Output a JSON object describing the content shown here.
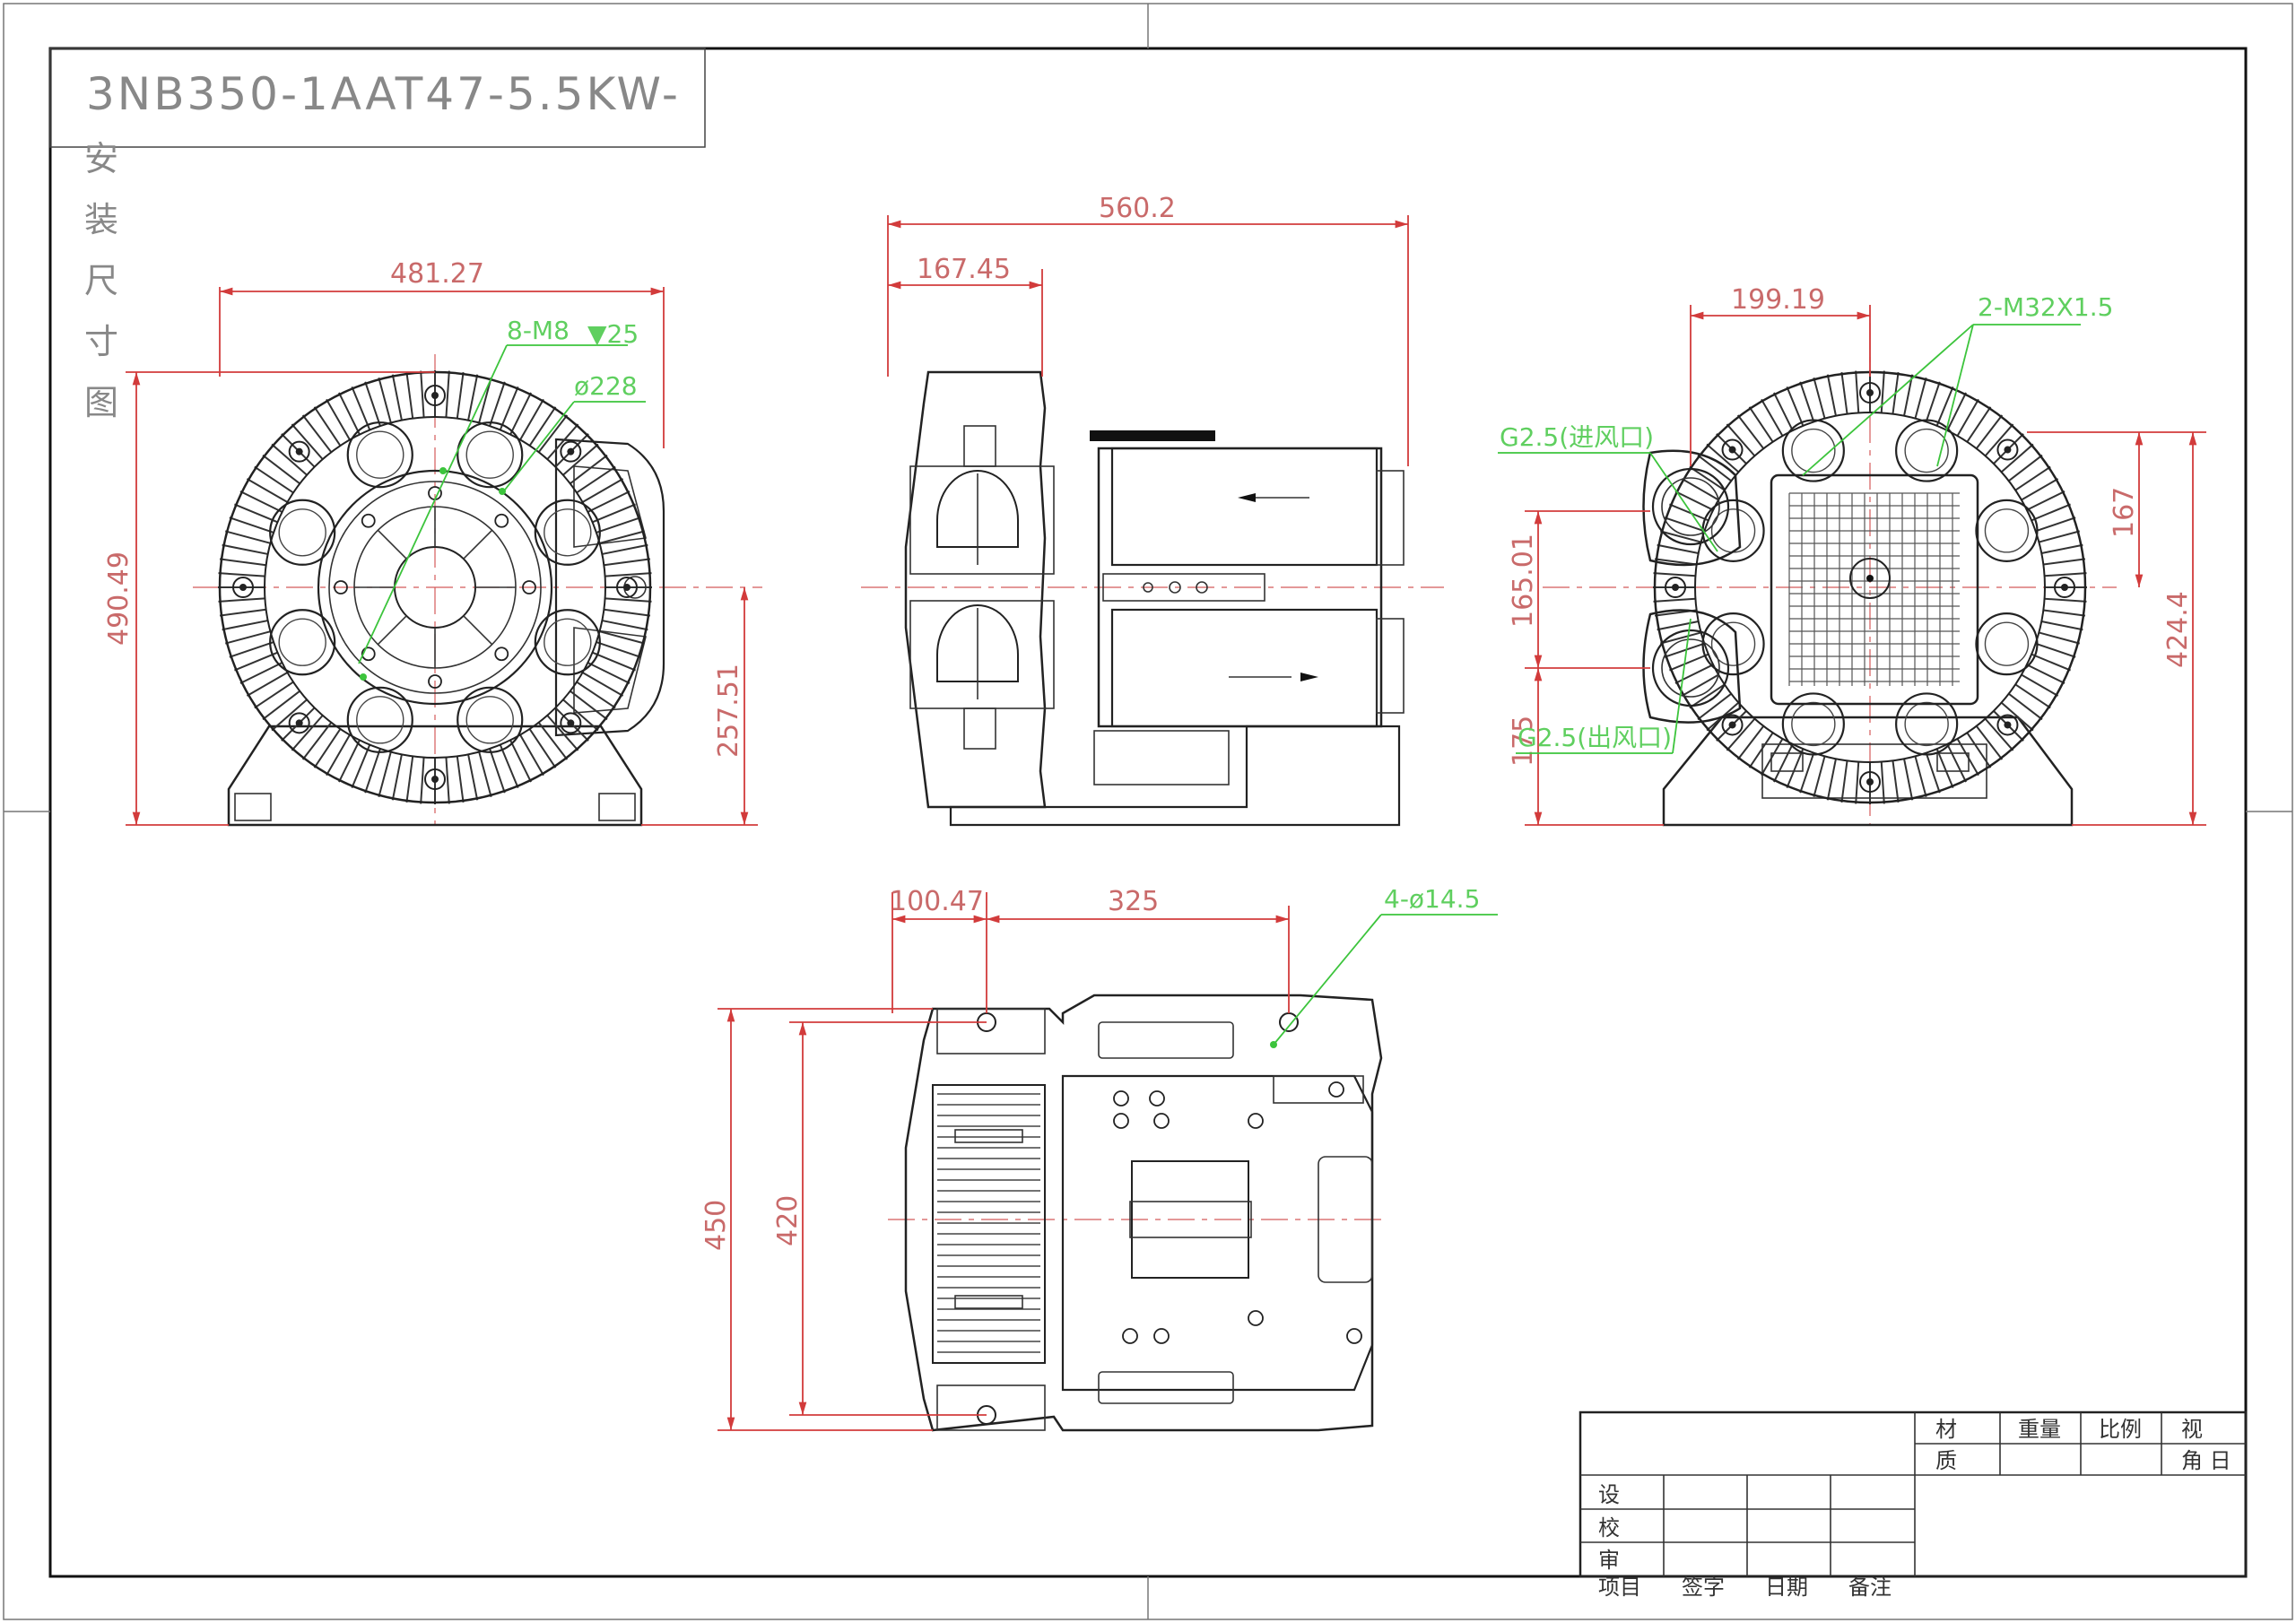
{
  "title": {
    "model": "3NB350-1AAT47-5.5KW-",
    "subtitle_chars": [
      "安",
      "装",
      "尺",
      "寸",
      "图"
    ]
  },
  "front_view": {
    "dim_width": "481.27",
    "dim_height": "490.49",
    "dim_center_height": "257.51",
    "note_bolts": "8-M8",
    "note_depth": "▼25",
    "note_dia": "ø228"
  },
  "side_view": {
    "dim_total": "560.2",
    "dim_offset": "167.45"
  },
  "right_view": {
    "dim_offset": "199.19",
    "note_thread": "2-M32X1.5",
    "inlet_label": "G2.5(进风口)",
    "outlet_label": "G2.5(出风口)",
    "dim_ports": "165.01",
    "dim_base": "175",
    "dim_167": "167",
    "dim_height": "424.4"
  },
  "bottom_view": {
    "dim_a": "100.47",
    "dim_b": "325",
    "note_holes": "4-ø14.5",
    "dim_outer": "450",
    "dim_inner": "420"
  },
  "title_block": {
    "row1": [
      "材",
      "重量",
      "比例",
      "视"
    ],
    "row2": [
      "质",
      "",
      "",
      "角 日"
    ],
    "sign_rows": [
      "设",
      "校",
      "审"
    ],
    "footer": [
      "项目",
      "签字",
      "日期",
      "备注"
    ]
  },
  "colors": {
    "border": "#111111",
    "dimension": "#d23b3b",
    "annotation": "#3cc43c",
    "outline": "#222222"
  }
}
